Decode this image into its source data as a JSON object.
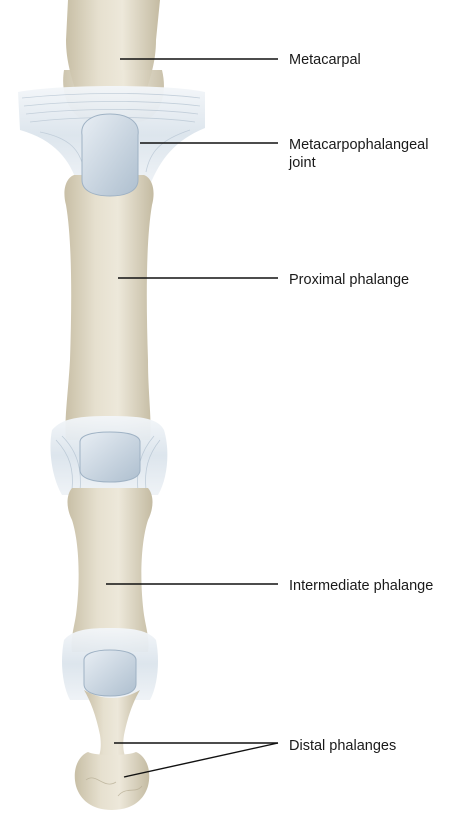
{
  "labels": {
    "metacarpal": "Metacarpal",
    "mcp_joint_line1": "Metacarpophalangeal",
    "mcp_joint_line2": "joint",
    "proximal_phalange": "Proximal phalange",
    "intermediate_phalange": "Intermediate phalange",
    "distal_phalanges": "Distal phalanges"
  },
  "colors": {
    "bone": "#e2dccb",
    "bone_shadow": "#c9c0a8",
    "bone_highlight": "#efeadd",
    "cartilage": "#c9d6e2",
    "ligament": "#dfe7ef",
    "leader_line": "#111111"
  }
}
